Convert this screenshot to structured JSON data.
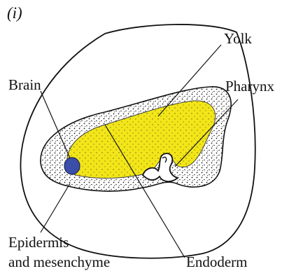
{
  "figure": {
    "panel_label": "(i)",
    "labels": {
      "yolk": "Yolk",
      "brain": "Brain",
      "pharynx": "Pharynx",
      "epidermis_line1": "Epidermis",
      "epidermis_line2": "and mesenchyme",
      "endoderm": "Endoderm"
    },
    "colors": {
      "yolk": "#f2e619",
      "brain": "#3c4fa8",
      "outline": "#111111",
      "stipple": "#222222",
      "background": "#ffffff"
    }
  }
}
